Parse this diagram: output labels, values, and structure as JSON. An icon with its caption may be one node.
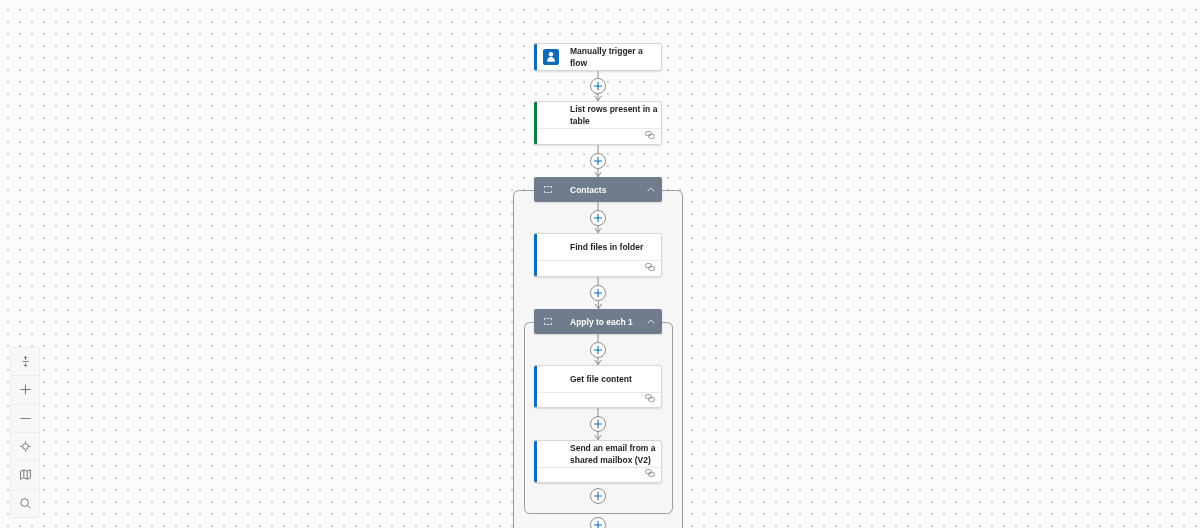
{
  "diagram": {
    "nodes": [
      {
        "text": [
          "Manually trigger a flow"
        ]
      },
      {
        "text": [
          "List rows present in a table"
        ]
      },
      {
        "text": [
          "Contacts"
        ]
      },
      {
        "text": [
          "Find files in folder"
        ],
        "in": 2
      },
      {
        "text": [
          "Apply to each 1"
        ],
        "in": 2
      },
      {
        "text": [
          "Get file content"
        ],
        "in": 4
      },
      {
        "text": [
          "Send an email from a shared mailbox (V2)"
        ],
        "in": 4
      }
    ],
    "edges": [
      {
        "from": 0,
        "to": 1,
        "arrow": "to"
      },
      {
        "from": 1,
        "to": 2,
        "arrow": "to"
      },
      {
        "from": 2,
        "to": 3,
        "arrow": "to"
      },
      {
        "from": 3,
        "to": 4,
        "arrow": "to"
      },
      {
        "from": 4,
        "to": 5,
        "arrow": "to"
      },
      {
        "from": 5,
        "to": 6,
        "arrow": "to"
      }
    ]
  }
}
